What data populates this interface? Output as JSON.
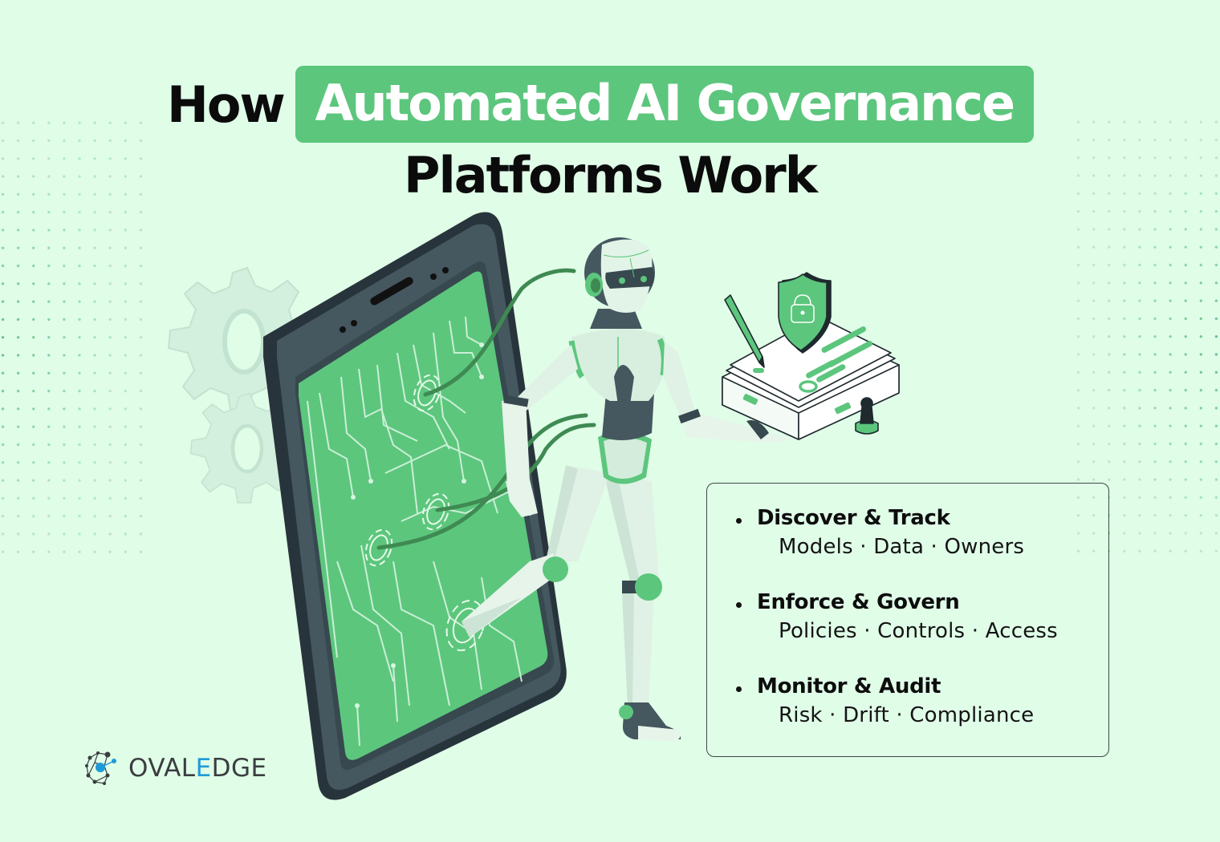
{
  "title": {
    "prefix": "How",
    "highlight": "Automated AI Governance",
    "line2": "Platforms Work",
    "highlight_color": "#5cc67d"
  },
  "colors": {
    "background": "#e0fde8",
    "accent_green": "#5cc67d",
    "dark_slate": "#45575f",
    "text": "#0b0b0b"
  },
  "illustration": {
    "phone_icon": "smartphone-circuit-board",
    "robot_icon": "humanoid-robot",
    "gears_icon": "gears",
    "documents_icon": "document-stack-with-shield-lock"
  },
  "features": {
    "items": [
      {
        "heading": "Discover & Track",
        "details": "Models · Data · Owners"
      },
      {
        "heading": "Enforce & Govern",
        "details": "Policies · Controls · Access"
      },
      {
        "heading": "Monitor & Audit",
        "details": "Risk · Drift · Compliance"
      }
    ]
  },
  "logo": {
    "text_before": "OVAL",
    "text_highlight": "E",
    "text_after": "DGE",
    "highlight_color": "#1e9bd7"
  }
}
